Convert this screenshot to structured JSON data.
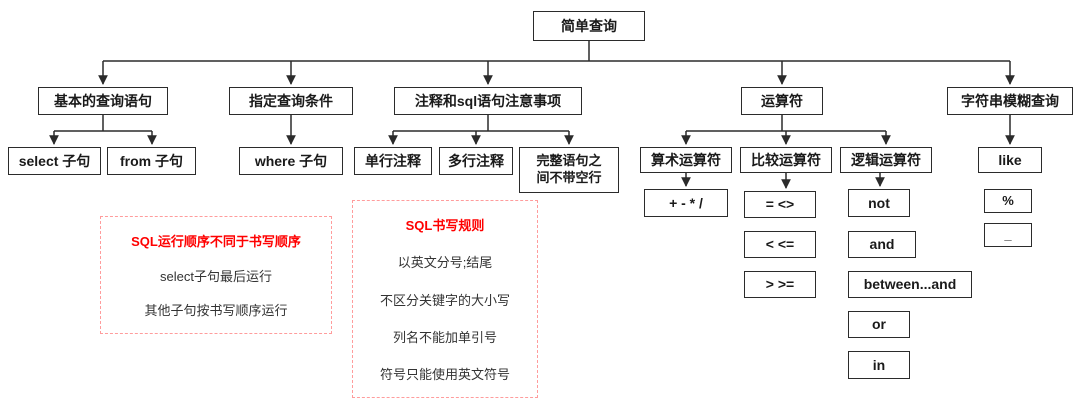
{
  "diagram": {
    "root": {
      "label": "简单查询"
    },
    "branches": {
      "basic": {
        "label": "基本的查询语句"
      },
      "condition": {
        "label": "指定查询条件"
      },
      "comments": {
        "label": "注释和sql语句注意事项"
      },
      "operators": {
        "label": "运算符"
      },
      "fuzzy": {
        "label": "字符串模糊查询"
      }
    },
    "leaves": {
      "select_clause": {
        "label": "select 子句"
      },
      "from_clause": {
        "label": "from 子句"
      },
      "where_clause": {
        "label": "where 子句"
      },
      "single_comment": {
        "label": "单行注释"
      },
      "multi_comment": {
        "label": "多行注释"
      },
      "no_blank_line": {
        "label": "完整语句之间不带空行"
      },
      "arithmetic": {
        "label": "算术运算符"
      },
      "comparison": {
        "label": "比较运算符"
      },
      "logical": {
        "label": "逻辑运算符"
      },
      "like": {
        "label": "like"
      },
      "arith_ops": {
        "label": "+ - * /"
      },
      "eq_neq": {
        "label": "= <>"
      },
      "lt_lte": {
        "label": "< <="
      },
      "gt_gte": {
        "label": "> >="
      },
      "not_op": {
        "label": "not"
      },
      "and_op": {
        "label": "and"
      },
      "between_op": {
        "label": "between...and"
      },
      "or_op": {
        "label": "or"
      },
      "in_op": {
        "label": "in"
      },
      "percent": {
        "label": "%"
      },
      "underscore": {
        "label": "_"
      }
    },
    "notes": {
      "run_order": {
        "title": "SQL运行顺序不同于书写顺序",
        "lines": [
          "select子句最后运行",
          "其他子句按书写顺序运行"
        ]
      },
      "write_rules": {
        "title": "SQL书写规则",
        "lines": [
          "以英文分号;结尾",
          "不区分关键字的大小写",
          "列名不能加单引号",
          "符号只能使用英文符号"
        ]
      }
    },
    "colors": {
      "box_border": "#2b2b2b",
      "connector_line": "#2b2b2b",
      "note_border": "#ff9c9c",
      "note_title": "#ff0000"
    }
  }
}
